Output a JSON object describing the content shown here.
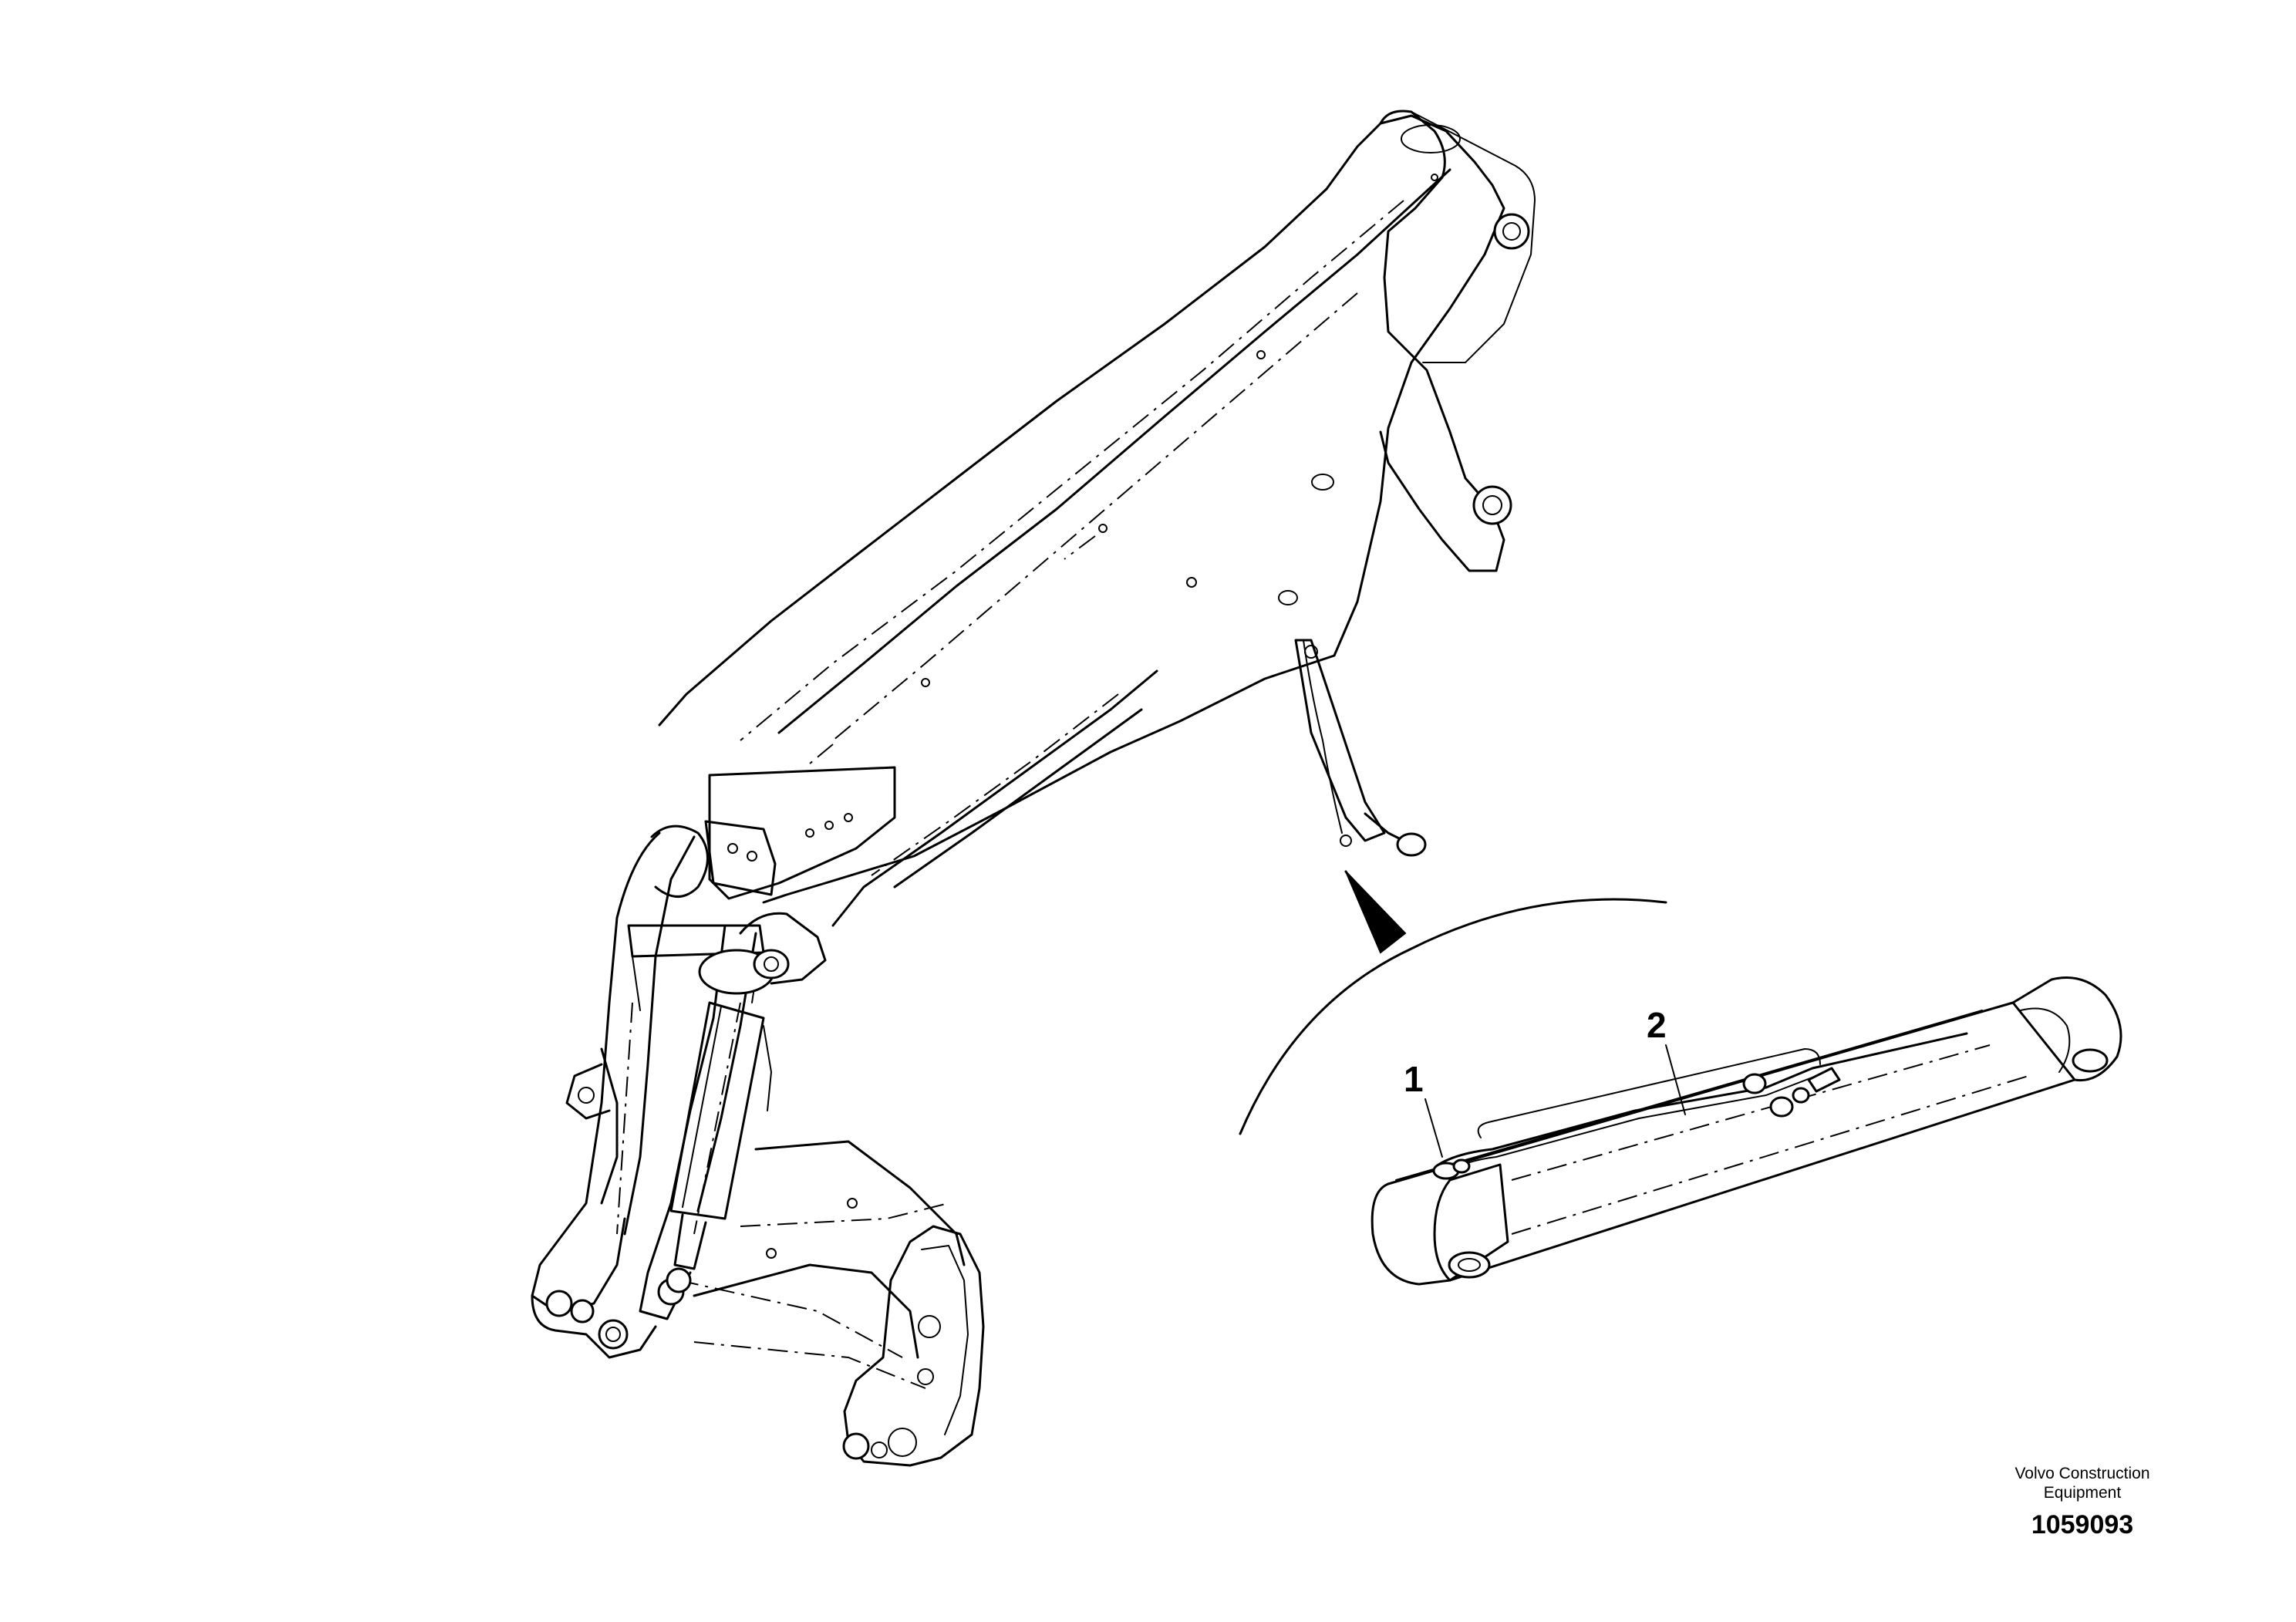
{
  "callouts": [
    {
      "label": "1"
    },
    {
      "label": "2"
    }
  ],
  "footer": {
    "brand_line1": "Volvo Construction",
    "brand_line2": "Equipment",
    "part_number": "1059093"
  }
}
